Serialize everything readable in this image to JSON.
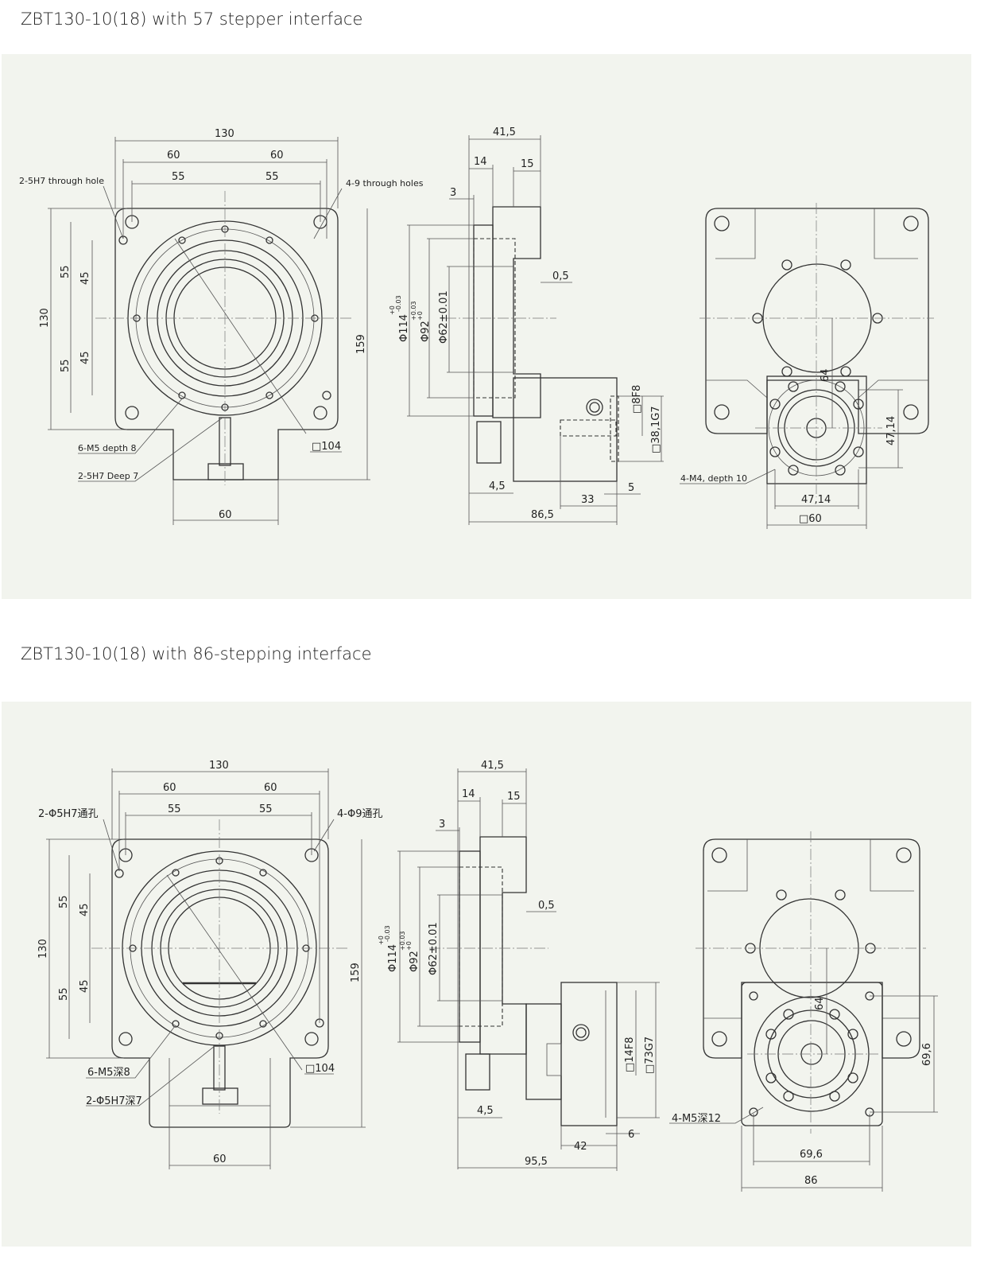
{
  "section1": {
    "title": "ZBT130-10(18) with 57 stepper interface",
    "front": {
      "w130": "130",
      "w60a": "60",
      "w60b": "60",
      "w55a": "55",
      "w55b": "55",
      "hole_note": "2-5H7 through hole",
      "holes_note": "4-9 through holes",
      "h55a": "55",
      "h45a": "45",
      "h130": "130",
      "h55b": "55",
      "h45b": "45",
      "h159": "159",
      "m5_note": "6-M5 depth 8",
      "pin_note": "2-5H7 Deep 7",
      "sq104": "□104",
      "b60": "60"
    },
    "side": {
      "d41_5": "41,5",
      "d14": "14",
      "d15": "15",
      "d3": "3",
      "d0_5": "0,5",
      "phi114": "Φ114",
      "phi114_tol_up": "+0",
      "phi114_tol_dn": "-0.03",
      "phi92": "Φ92",
      "phi92_tol_up": "+0.03",
      "phi92_tol_dn": "+0",
      "phi62": "Φ62±0.01",
      "sq8f8": "□8F8",
      "sq38": "□38,1G7",
      "d4_5": "4,5",
      "d5": "5",
      "d33": "33",
      "d86_5": "86,5"
    },
    "rear": {
      "d64": "64",
      "d47_14v": "47,14",
      "m4_note": "4-M4, depth 10",
      "d47_14h": "47,14",
      "sq60": "□60"
    }
  },
  "section2": {
    "title": "ZBT130-10(18) with 86-stepping interface",
    "front": {
      "w130": "130",
      "w60a": "60",
      "w60b": "60",
      "w55a": "55",
      "w55b": "55",
      "hole_note": "2-Φ5H7通孔",
      "holes_note": "4-Φ9通孔",
      "h55a": "55",
      "h45a": "45",
      "h130": "130",
      "h55b": "55",
      "h45b": "45",
      "h159": "159",
      "m5_note": "6-M5深8",
      "pin_note": "2-Φ5H7深7",
      "sq104": "□104",
      "b60": "60"
    },
    "side": {
      "d41_5": "41,5",
      "d14": "14",
      "d15": "15",
      "d3": "3",
      "d0_5": "0,5",
      "phi114": "Φ114",
      "phi114_tol_up": "+0",
      "phi114_tol_dn": "-0.03",
      "phi92": "Φ92",
      "phi92_tol_up": "+0.03",
      "phi92_tol_dn": "+0",
      "phi62": "Φ62±0.01",
      "sq14f8": "□14F8",
      "sq73": "□73G7",
      "d4_5": "4,5",
      "d6": "6",
      "d42": "42",
      "d95_5": "95,5"
    },
    "rear": {
      "d64": "64",
      "d69_6v": "69,6",
      "m5_note": "4-M5深12",
      "d69_6h": "69,6",
      "d86": "86"
    }
  }
}
